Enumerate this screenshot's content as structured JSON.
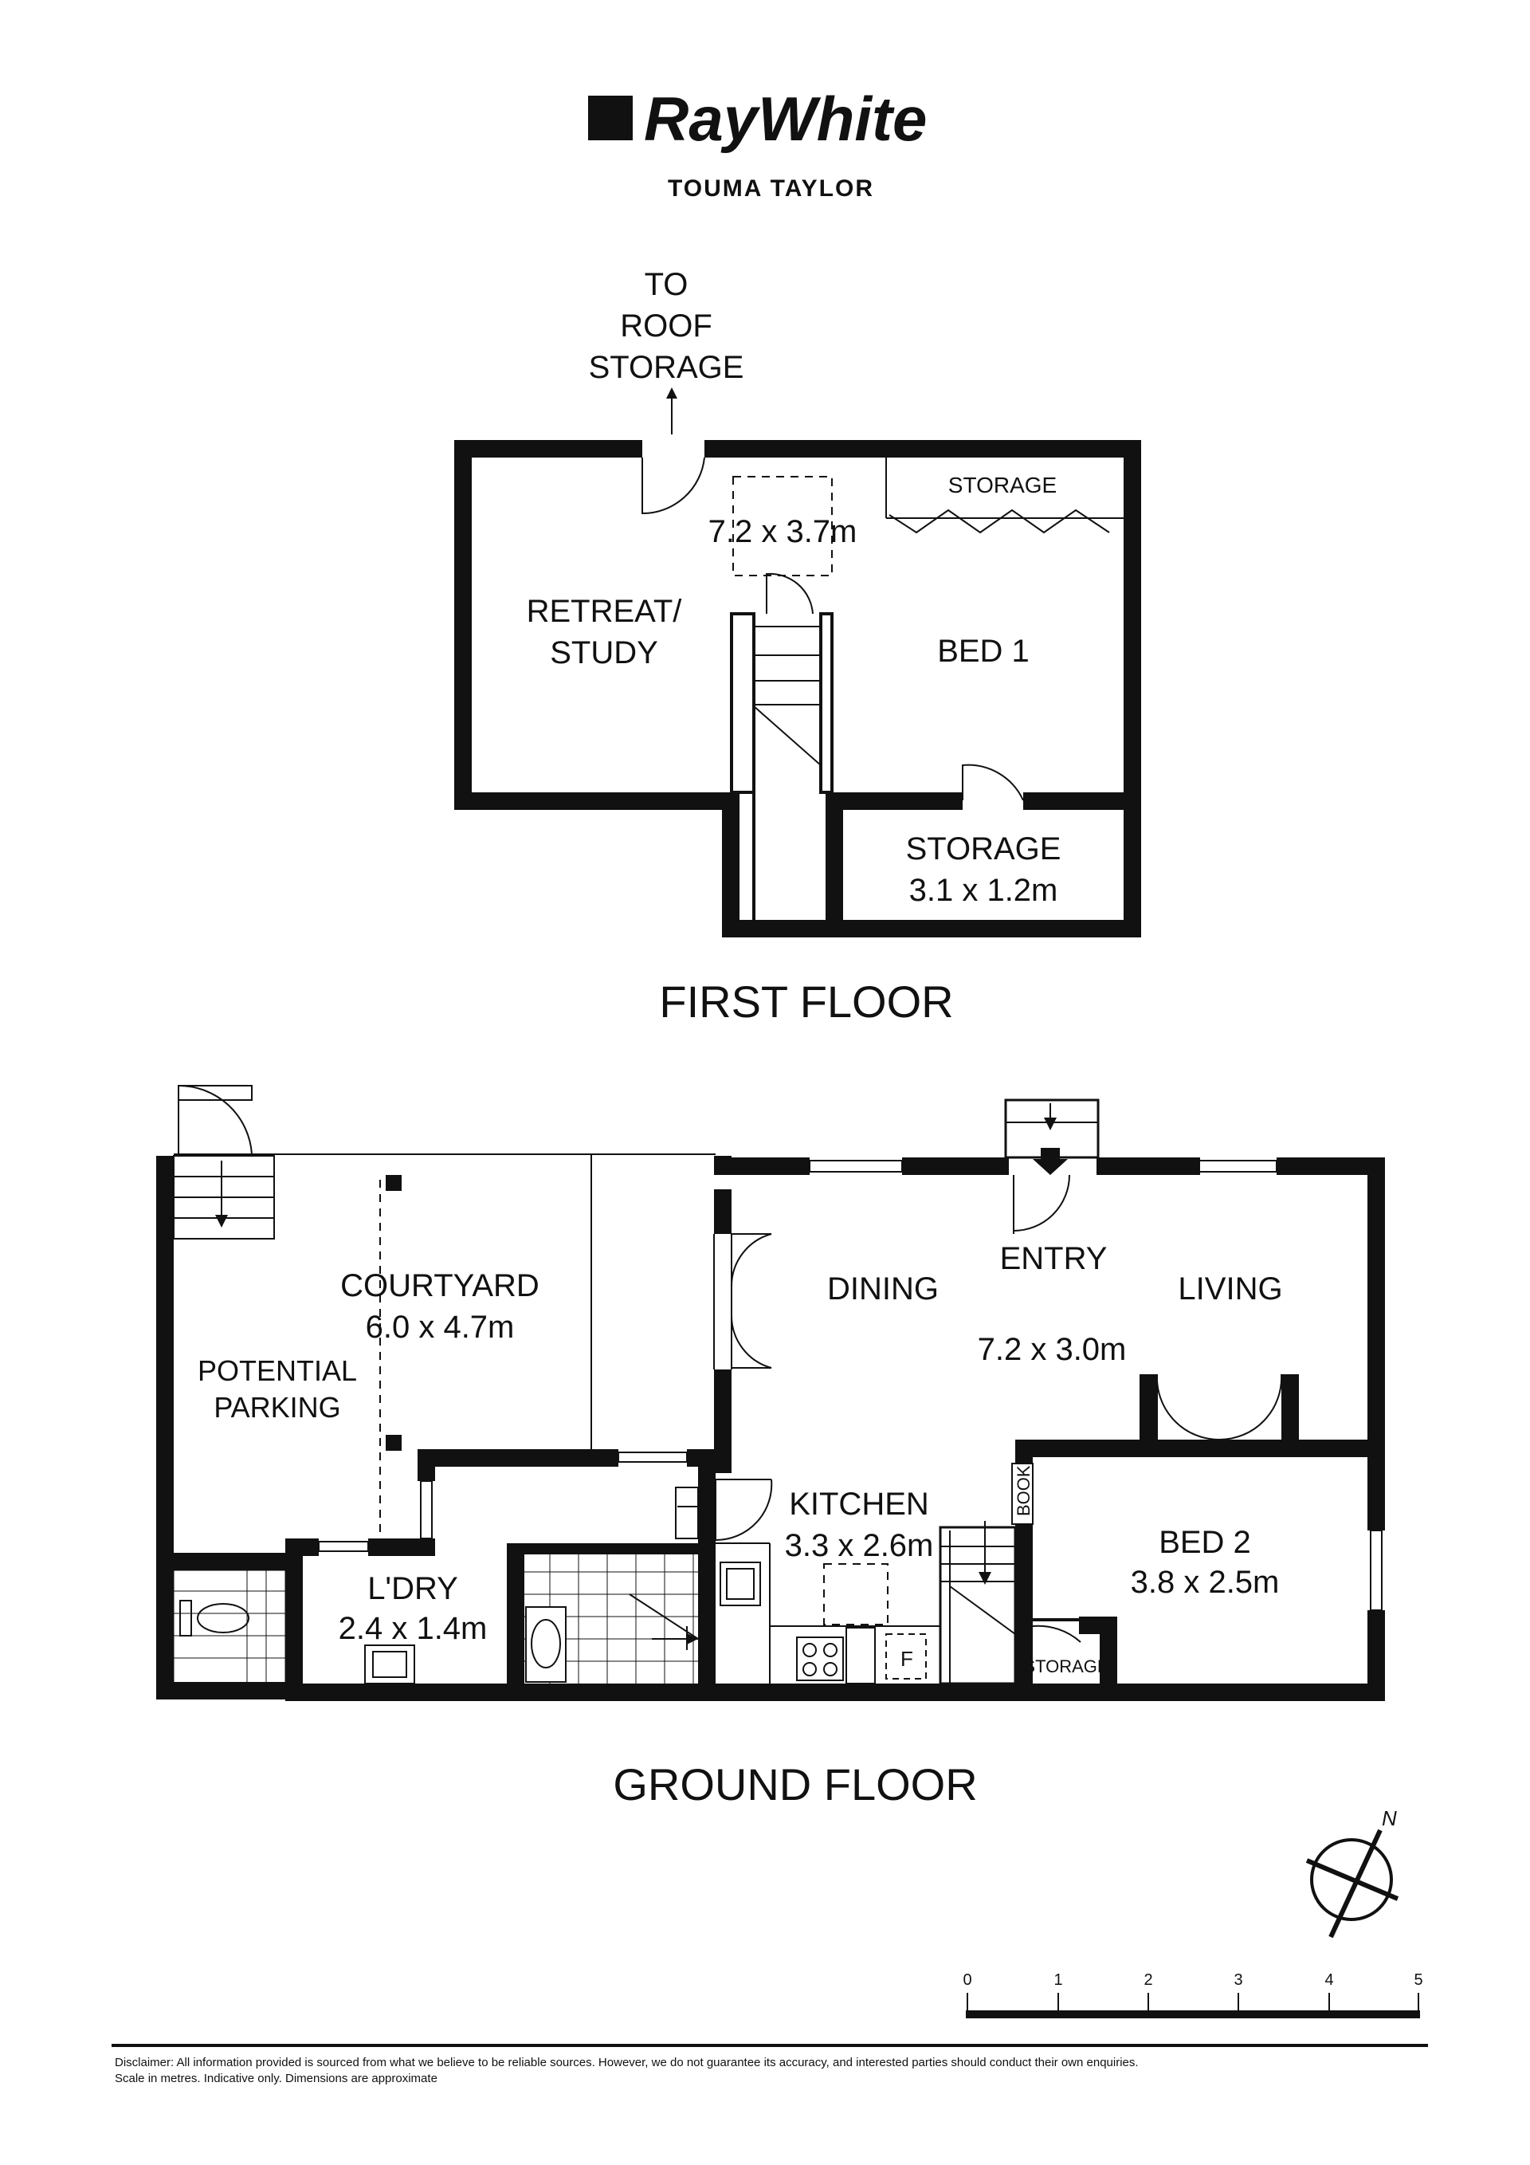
{
  "brand": {
    "name": "RayWhite",
    "office": "TOUMA TAYLOR"
  },
  "first_floor": {
    "title": "FIRST FLOOR",
    "roof_access": [
      "TO",
      "ROOF",
      "STORAGE"
    ],
    "rooms": {
      "storage_top": "STORAGE",
      "dim_main": "7.2 x 3.7m",
      "retreat": [
        "RETREAT/",
        "STUDY"
      ],
      "bed1": "BED 1",
      "storage_small": "STORAGE",
      "storage_small_dim": "3.1 x 1.2m"
    }
  },
  "ground_floor": {
    "title": "GROUND FLOOR",
    "rooms": {
      "courtyard": "COURTYARD",
      "courtyard_dim": "6.0 x 4.7m",
      "parking": [
        "POTENTIAL",
        "PARKING"
      ],
      "dining": "DINING",
      "entry": "ENTRY",
      "living": "LIVING",
      "main_dim": "7.2 x 3.0m",
      "kitchen": "KITCHEN",
      "kitchen_dim": "3.3 x 2.6m",
      "book": "BOOK",
      "bed2": "BED 2",
      "bed2_dim": "3.8 x 2.5m",
      "laundry": "L'DRY",
      "laundry_dim": "2.4 x 1.4m",
      "storage": "STORAGE",
      "fridge": "F"
    }
  },
  "compass": {
    "label": "N"
  },
  "scale": {
    "ticks": [
      "0",
      "1",
      "2",
      "3",
      "4",
      "5"
    ]
  },
  "disclaimer": [
    "Disclaimer: All information provided is sourced from what we believe to be reliable sources. However, we do not guarantee  its accuracy, and interested parties should conduct their own enquiries.",
    "Scale in metres. Indicative only. Dimensions are approximate"
  ]
}
